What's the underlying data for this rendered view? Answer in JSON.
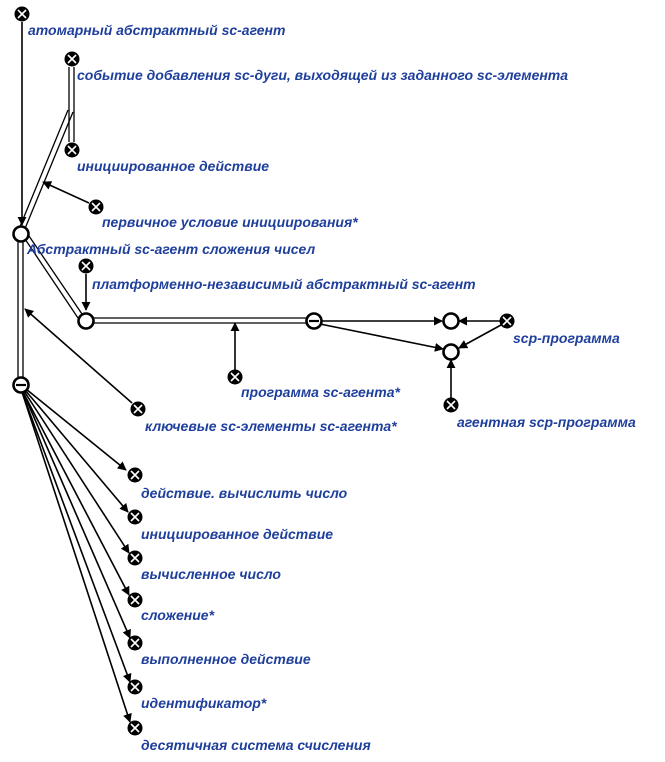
{
  "colors": {
    "line": "#000000",
    "node_fill": "#000000",
    "text": "#1f3f9c",
    "background": "#ffffff"
  },
  "labels": {
    "atomic_agent": "атомарный абстрактный sc-агент",
    "event_add_arc": "событие добавления sc-дуги, выходящей из заданного sc-элемента",
    "initiated_action_top": "инициированное действие",
    "primary_condition": "первичное условие инициирования*",
    "abstract_agent": "Абстрактный sc-агент сложения чисел",
    "platform_independent": "платформенно-независимый абстрактный sc-агент",
    "scp_program": "scp-программа",
    "agent_program": "программа sc-агента*",
    "agent_scp_program": "агентная scp-программа",
    "key_elements": "ключевые sc-элементы sc-агента*",
    "action_compute": "действие. вычислить число",
    "initiated_action": "инициированное действие",
    "computed_number": "вычисленное число",
    "addition": "сложение*",
    "completed_action": "выполненное действие",
    "identifier": "идентификатор*",
    "decimal_system": "десятичная система счисления"
  }
}
